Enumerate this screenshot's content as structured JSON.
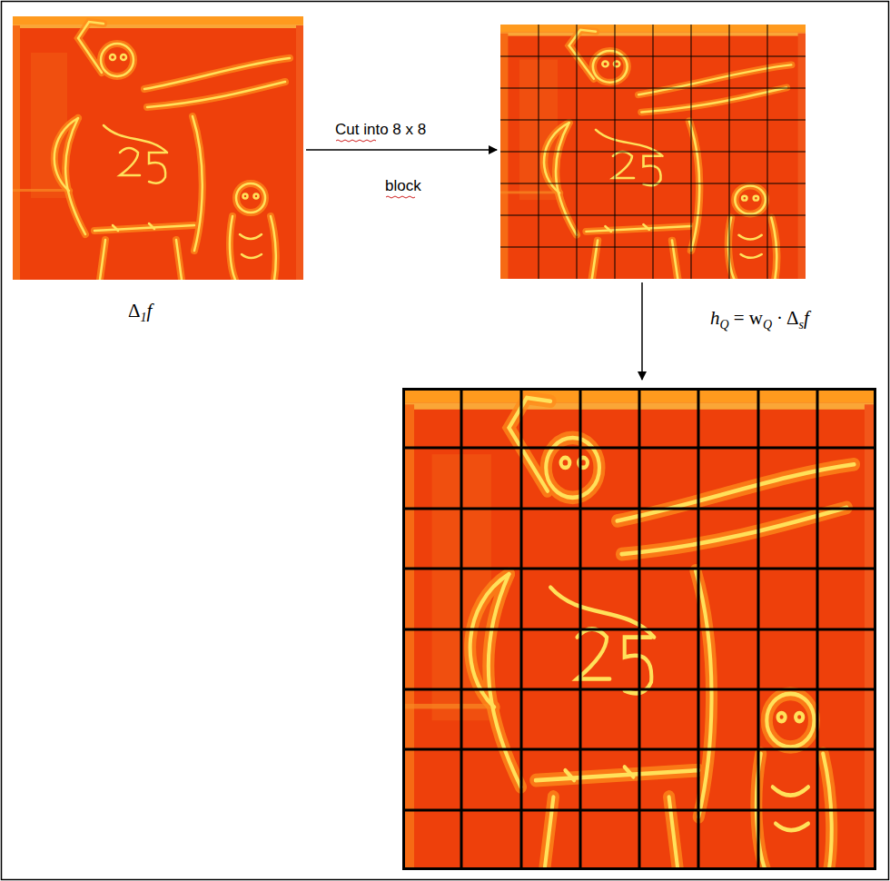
{
  "diagram": {
    "labels": [
      "Cut into 8 x 8",
      "block",
      "Δ",
      "1",
      "f",
      "h",
      "Q",
      "= w",
      "Q",
      "· Δ",
      "s",
      "f"
    ]
  }
}
